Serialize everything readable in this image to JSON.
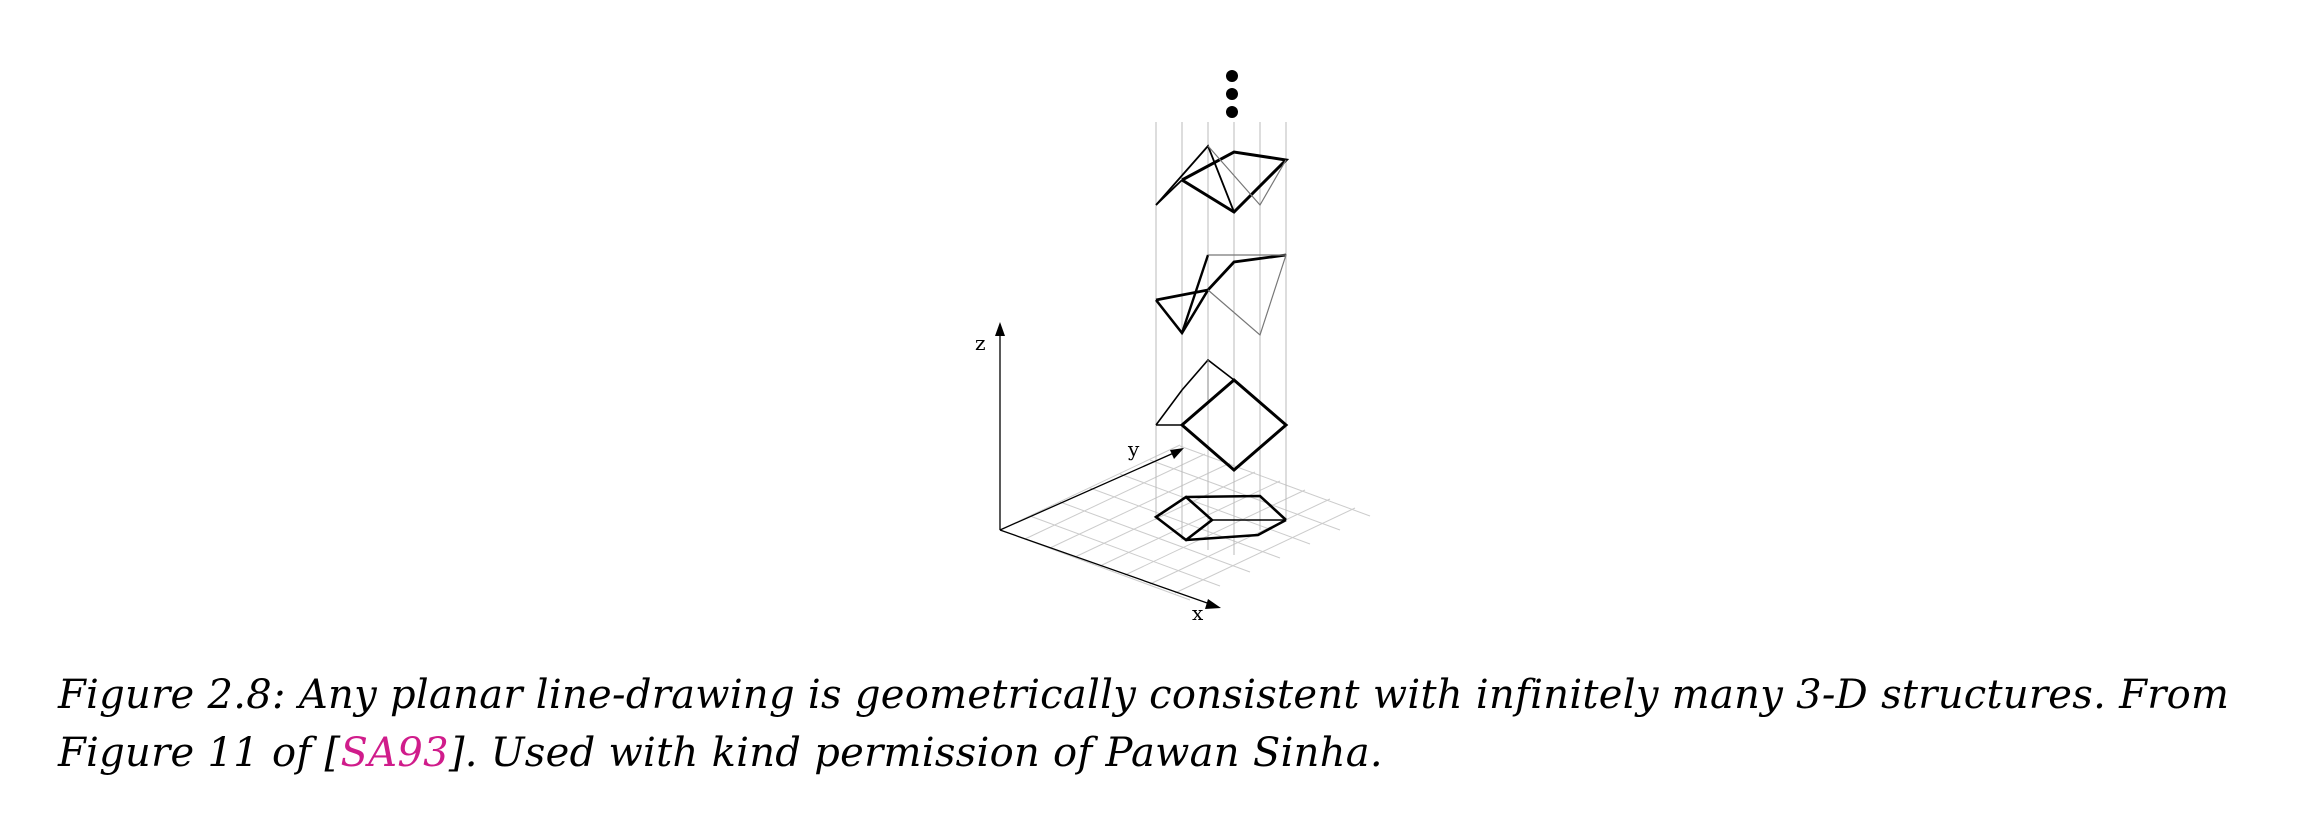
{
  "figure": {
    "axes": {
      "x": "x",
      "y": "y",
      "z": "z"
    },
    "caption": {
      "part1": "Figure 2.8: Any planar line-drawing is geometrically consistent with infinitely many 3-D structures. From Figure 11 of [",
      "ref": "SA93",
      "part2": "]. Used with kind permission of Pawan Sinha."
    },
    "colors": {
      "reference_link": "#d01c8b",
      "thin_line": "#777777",
      "grid": "#cccccc"
    }
  }
}
